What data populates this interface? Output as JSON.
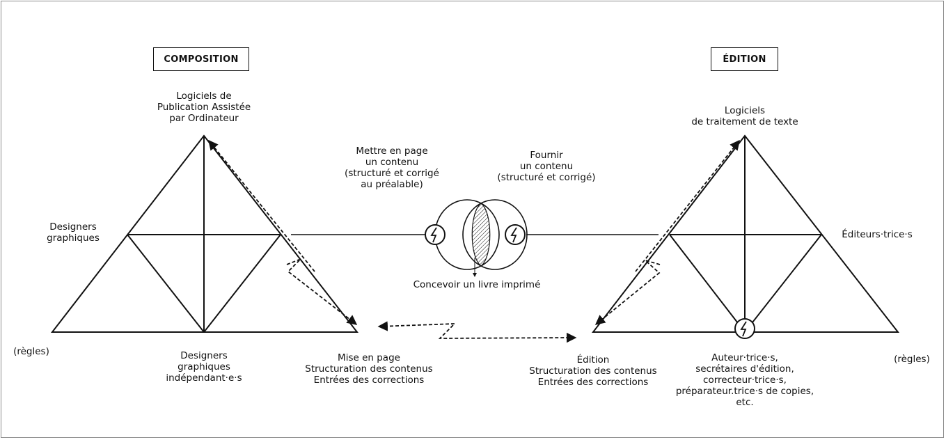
{
  "composition": {
    "title": "COMPOSITION",
    "apex": "Logiciels de\nPublication Assistée\npar Ordinateur",
    "left": "Designers\ngraphiques",
    "bottom": "Designers\ngraphiques\nindépendant·e·s",
    "rules": "(règles)",
    "target": "Mise en page\nStructuration des contenus\nEntrées des corrections"
  },
  "edition": {
    "title": "ÉDITION",
    "apex": "Logiciels\nde traitement de texte",
    "right": "Éditeurs·trice·s",
    "bottom": "Auteur·trice·s,\nsecrétaires d'édition,\ncorrecteur·trice·s,\npréparateur.trice·s de copies,\netc.",
    "rules": "(règles)",
    "target": "Édition\nStructuration des contenus\nEntrées des corrections"
  },
  "center": {
    "left_label": "Mettre en page\nun contenu\n(structuré et corrigé\nau préalable)",
    "right_label": "Fournir\nun contenu\n(structuré et corrigé)",
    "bottom_label": "Concevoir un livre imprimé"
  },
  "colors": {
    "ink": "#111111",
    "frame": "#8a8a8a",
    "background": "#ffffff"
  }
}
